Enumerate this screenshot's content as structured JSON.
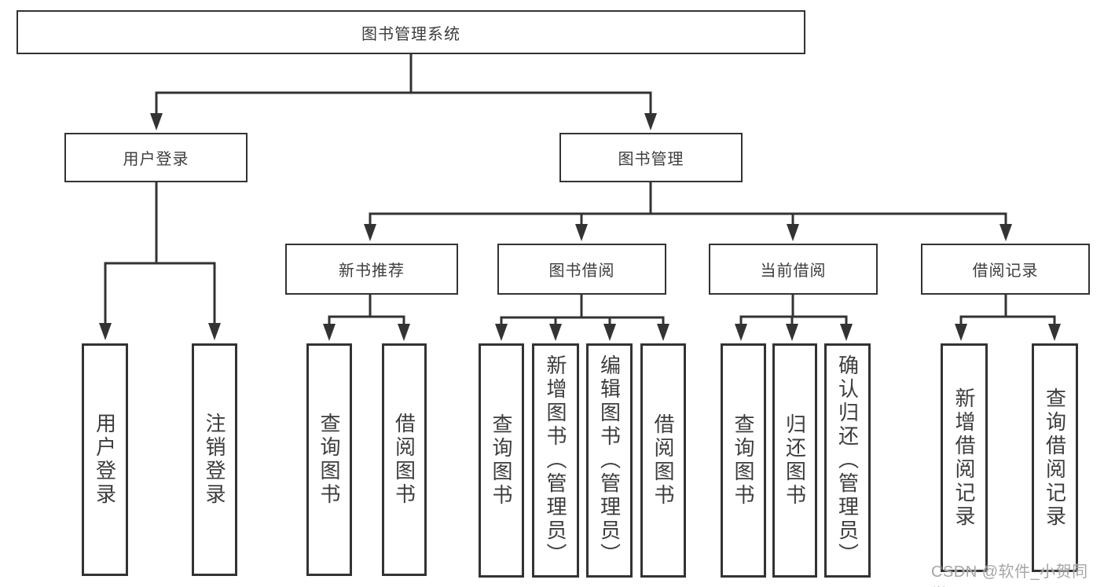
{
  "diagram": {
    "root": "图书管理系统",
    "login": {
      "label": "用户登录",
      "children": [
        "用户登录",
        "注销登录"
      ]
    },
    "management": {
      "label": "图书管理",
      "sections": [
        {
          "label": "新书推荐",
          "children": [
            "查询图书",
            "借阅图书"
          ]
        },
        {
          "label": "图书借阅",
          "children": [
            "查询图书",
            "新增图书（管理员）",
            "编辑图书（管理员）",
            "借阅图书"
          ]
        },
        {
          "label": "当前借阅",
          "children": [
            "查询图书",
            "归还图书",
            "确认归还（管理员）"
          ]
        },
        {
          "label": "借阅记录",
          "children": [
            "新增借阅记录",
            "查询借阅记录"
          ]
        }
      ]
    }
  },
  "watermark": {
    "text": "CSDN @软件_小贺同学"
  },
  "colors": {
    "line": "#333333",
    "text": "#3d3d3d",
    "watermark": "#a6a6a6",
    "background": "#ffffff"
  }
}
